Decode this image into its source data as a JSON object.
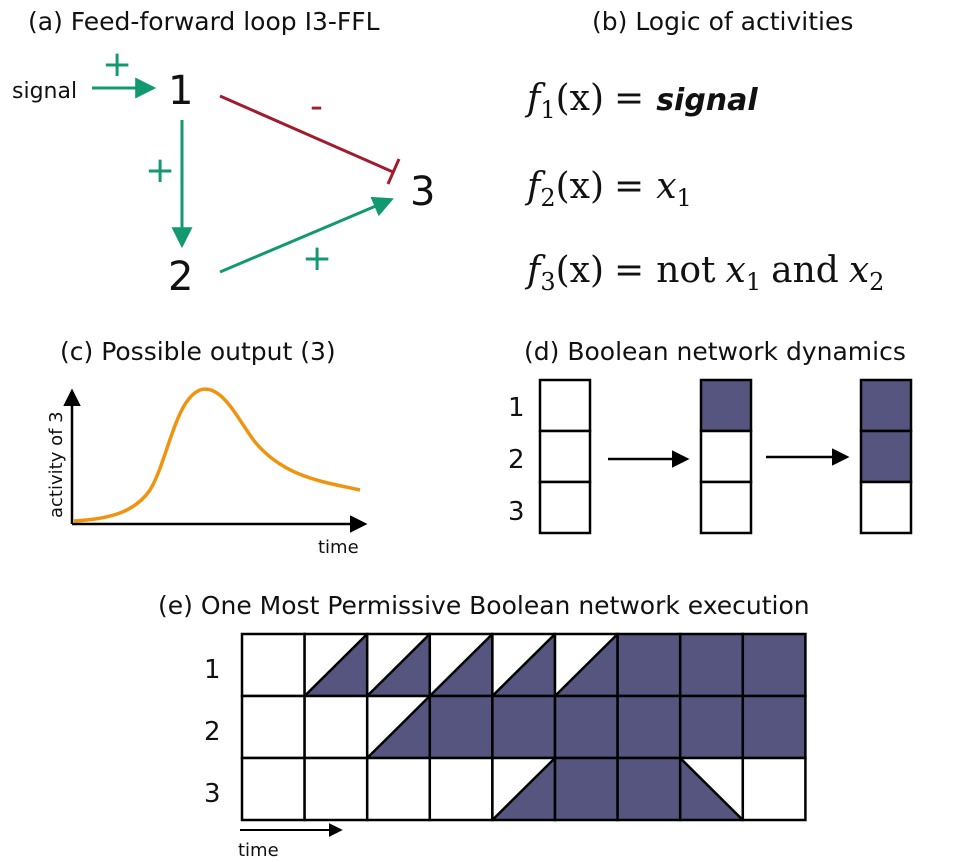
{
  "panels": {
    "a": {
      "title": "(a) Feed-forward loop I3-FFL",
      "signal_label": "signal",
      "nodes": [
        "1",
        "2",
        "3"
      ],
      "edges": [
        {
          "from": "signal",
          "to": "1",
          "sign": "+",
          "color": "#13996f"
        },
        {
          "from": "1",
          "to": "2",
          "sign": "+",
          "color": "#13996f"
        },
        {
          "from": "1",
          "to": "3",
          "sign": "-",
          "color": "#a01c2e"
        },
        {
          "from": "2",
          "to": "3",
          "sign": "+",
          "color": "#13996f"
        }
      ]
    },
    "b": {
      "title": "(b) Logic of activities",
      "f1": {
        "name": "f",
        "sub": "1",
        "arg": "(x)",
        "eq": "=",
        "rhs": "signal"
      },
      "f2": {
        "name": "f",
        "sub": "2",
        "arg": "(x)",
        "eq": "=",
        "rhs_var": "x",
        "rhs_sub": "1"
      },
      "f3": {
        "name": "f",
        "sub": "3",
        "arg": "(x)",
        "eq": "=",
        "not": "not",
        "var1": "x",
        "sub1": "1",
        "and": "and",
        "var2": "x",
        "sub2": "2"
      }
    },
    "c": {
      "title": "(c) Possible output (3)",
      "ylabel": "activity of 3",
      "xlabel": "time",
      "curve_color": "#f0930f"
    },
    "d": {
      "title": "(d) Boolean network dynamics",
      "row_labels": [
        "1",
        "2",
        "3"
      ],
      "states": [
        [
          0,
          0,
          0
        ],
        [
          1,
          0,
          0
        ],
        [
          1,
          1,
          0
        ]
      ]
    },
    "e": {
      "title": "(e) One Most Permissive Boolean network execution",
      "row_labels": [
        "1",
        "2",
        "3"
      ],
      "xlabel": "time",
      "grid": [
        [
          "E",
          "F",
          "F",
          "F",
          "F",
          "F",
          "H",
          "H",
          "H"
        ],
        [
          "E",
          "E",
          "F",
          "H",
          "H",
          "H",
          "H",
          "H",
          "H"
        ],
        [
          "E",
          "E",
          "E",
          "E",
          "F",
          "H",
          "H",
          "D",
          "E"
        ]
      ]
    }
  },
  "colors": {
    "fill": "#555580",
    "positive": "#13996f",
    "negative": "#a01c2e",
    "output": "#f0930f"
  }
}
